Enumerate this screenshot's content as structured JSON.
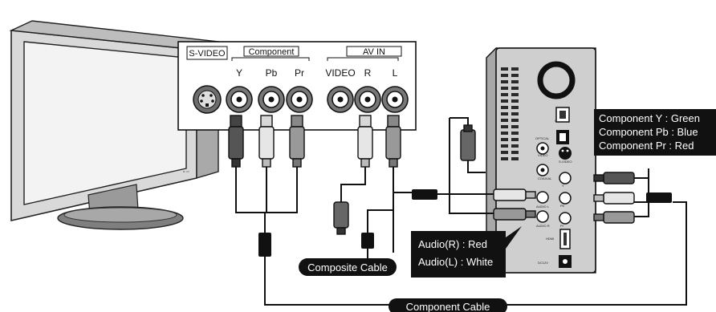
{
  "tv_panel": {
    "svideo_label": "S-VIDEO",
    "component_group": "Component",
    "component_ports": [
      "Y",
      "Pb",
      "Pr"
    ],
    "avin_group": "AV IN",
    "avin_ports": [
      "VIDEO",
      "R",
      "L"
    ]
  },
  "player_panel": {
    "port_labels": [
      "USB 2.0",
      "OPTICAL",
      "VIDEO",
      "S-VIDEO",
      "COAXIAL",
      "Y",
      "AUDIO L",
      "Pb",
      "AUDIO R",
      "Pr",
      "HDMI",
      "DC12V"
    ]
  },
  "callouts": {
    "component_colors": [
      "Component Y : Green",
      "Component Pb : Blue",
      "Component Pr : Red"
    ],
    "audio_colors": [
      "Audio(R) : Red",
      "Audio(L) : White"
    ]
  },
  "cables": {
    "composite": "Composite Cable",
    "component": "Component Cable"
  },
  "colors": {
    "line": "#111111",
    "callout_bg": "#111111",
    "panel_bg": "#ffffff",
    "player_body": "#cfcfcf"
  }
}
